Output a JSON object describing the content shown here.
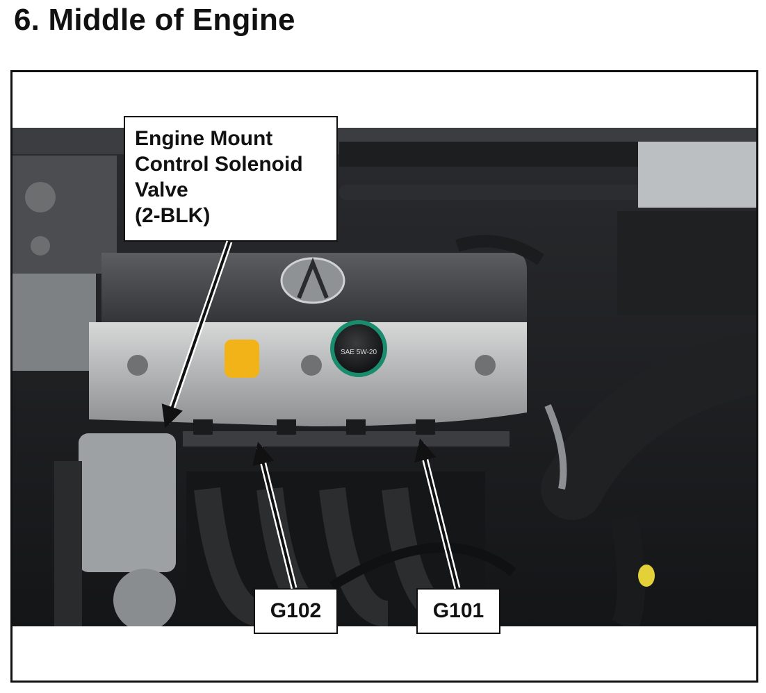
{
  "page": {
    "title": "6.  Middle of Engine"
  },
  "callouts": {
    "solenoid": {
      "lines": [
        "Engine Mount",
        "Control Solenoid",
        "Valve",
        "(2-BLK)"
      ]
    },
    "g102": {
      "label": "G102"
    },
    "g101": {
      "label": "G101"
    }
  },
  "photo": {
    "oil_cap_text": "SAE 5W-20"
  },
  "colors": {
    "text": "#111111",
    "frame": "#111111",
    "dipstick_handle": "#f2b318",
    "oil_cap_ring": "#1a8c6e"
  }
}
